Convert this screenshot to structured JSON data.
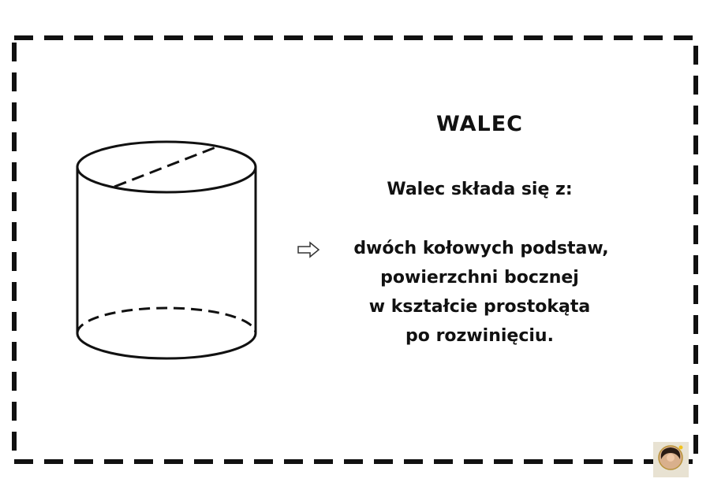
{
  "title": "WALEC",
  "subtitle": "Walec składa się z:",
  "bullet_icon": "right-arrow-icon",
  "description_lines": [
    "dwóch kołowych podstaw,",
    "powierzchni bocznej",
    "w kształcie prostokąta",
    "po rozwinięciu."
  ]
}
